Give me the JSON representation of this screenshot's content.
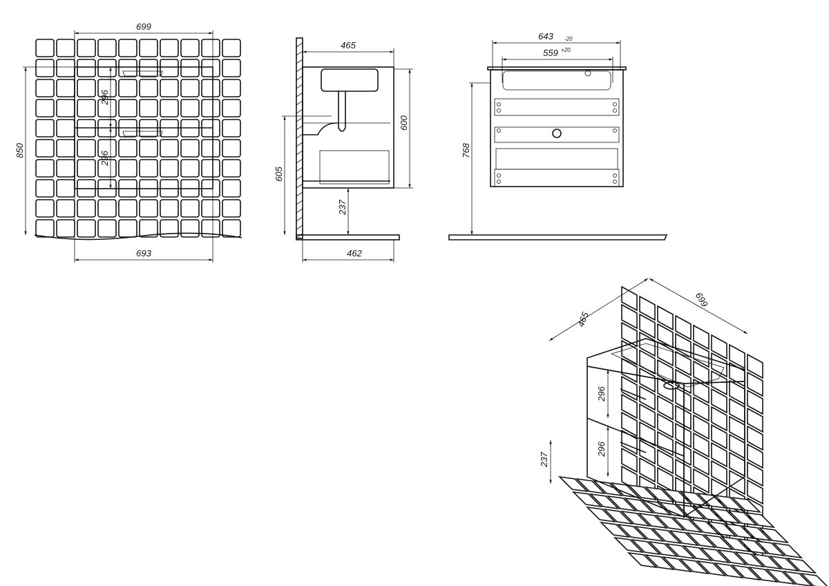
{
  "front_view": {
    "width_top": "699",
    "height_total": "850",
    "drawer_upper": "296",
    "drawer_lower": "296",
    "width_bottom": "693"
  },
  "side_view": {
    "depth_top": "465",
    "cabinet_height": "600",
    "mount_height": "605",
    "floor_clearance": "237",
    "depth_bottom": "462"
  },
  "back_view": {
    "outer_width": "643",
    "outer_tol": "-20",
    "inner_width": "559",
    "inner_tol": "+20",
    "height": "768"
  },
  "iso_view": {
    "width": "699",
    "depth": "465",
    "drawer_upper": "296",
    "drawer_lower": "296",
    "floor_clearance": "237"
  }
}
